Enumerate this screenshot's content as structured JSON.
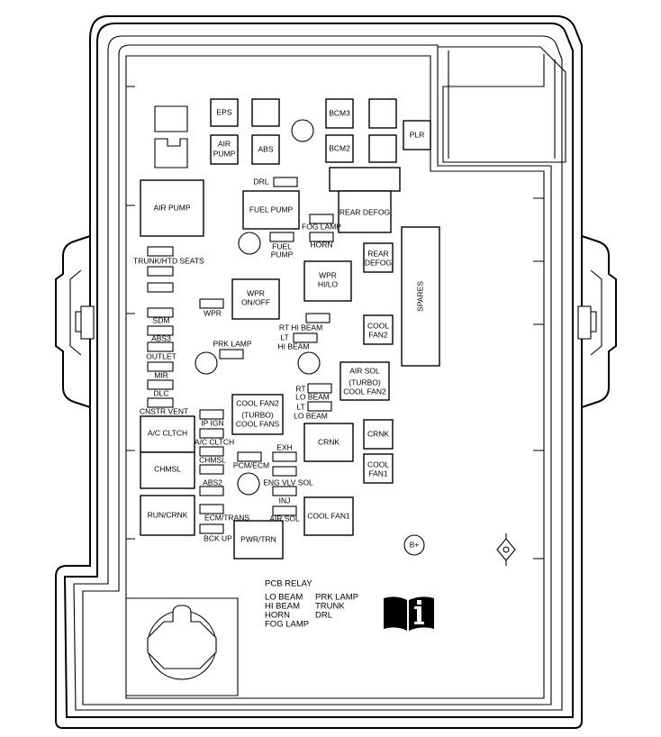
{
  "labels": {
    "eps": "EPS",
    "bcm3": "BCM3",
    "plr": "PLR",
    "air_pump_small_1": "AIR",
    "air_pump_small_2": "PUMP",
    "abs": "ABS",
    "bcm2": "BCM2",
    "air_pump": "AIR PUMP",
    "drl": "DRL",
    "fuel_pump": "FUEL PUMP",
    "rear_defog_top": "REAR DEFOG",
    "fog_lamp": "FOG LAMP",
    "horn": "HORN",
    "fuel_pump_fuse_1": "FUEL",
    "fuel_pump_fuse_2": "PUMP",
    "rear_defog_1": "REAR",
    "rear_defog_2": "DEFOG",
    "trunk_htd_seats": "TRUNK/HTD SEATS",
    "wpr_hi_lo_1": "WPR",
    "wpr_hi_lo_2": "HI/LO",
    "spares": "SPARES",
    "wpr_on_off_1": "WPR",
    "wpr_on_off_2": "ON/OFF",
    "wpr": "WPR",
    "sdm": "SDM",
    "rt_hi_beam": "RT HI BEAM",
    "cool_fan2_1": "COOL",
    "cool_fan2_2": "FAN2",
    "abs3": "ABS3",
    "lt_hi_beam_1": "LT",
    "lt_hi_beam_2": "HI BEAM",
    "prk_lamp": "PRK LAMP",
    "outlet": "OUTLET",
    "mir": "MIR",
    "air_sol_1": "AIR SOL",
    "air_sol_2": "(TURBO)",
    "air_sol_3": "COOL FAN2",
    "rt_lo_beam_1": "RT",
    "rt_lo_beam_2": "LO BEAM",
    "dlc": "DLC",
    "cool_fan2_turbo_1": "COOL FAN2",
    "cool_fan2_turbo_2": "(TURBO)",
    "cool_fan2_turbo_3": "COOL FANS",
    "lt_lo_beam_1": "LT",
    "lt_lo_beam_2": "LO BEAM",
    "cnstr_vent": "CNSTR VENT",
    "ip_ign": "IP IGN",
    "ac_clutch_relay": "A/C CLTCH",
    "ac_clutch_fuse": "A/C CLTCH",
    "crnk_right": "CRNK",
    "exh": "EXH",
    "crnk": "CRNK",
    "chmsl_fuse": "CHMSL",
    "cool_fan1_1": "COOL",
    "cool_fan1_2": "FAN1",
    "pcm_ecm": "PCM/ECM",
    "chmsl": "CHMSL",
    "abs2": "ABS2",
    "eng_vlv_sol": "ENG VLV SOL",
    "inj": "INJ",
    "run_crnk": "RUN/CRNK",
    "ecm_trans": "ECM/TRANS",
    "air_sol_fuse": "AIR SOL",
    "cool_fan1": "COOL FAN1",
    "bck_up": "BCK UP",
    "pwr_trn": "PWR/TRN",
    "b_plus": "B+"
  },
  "legend": {
    "title": "PCB RELAY",
    "col1": [
      "LO BEAM",
      "HI BEAM",
      "HORN",
      "FOG LAMP"
    ],
    "col2": [
      "PRK LAMP",
      "TRUNK",
      "DRL"
    ]
  },
  "icon": {
    "name": "owners-manual-info-icon"
  }
}
